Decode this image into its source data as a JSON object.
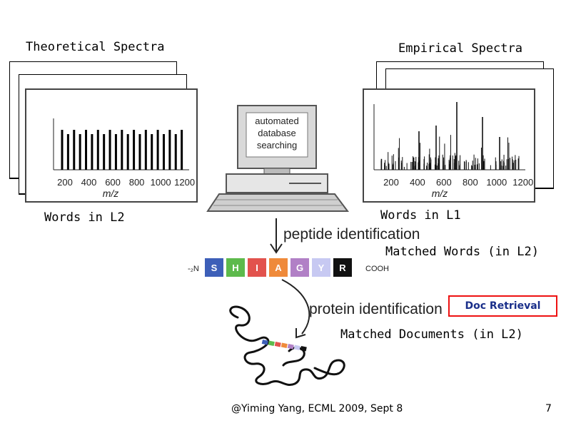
{
  "labels": {
    "theoretical": "Theoretical Spectra",
    "empirical": "Empirical Spectra",
    "words_l2": "Words in L2",
    "words_l1": "Words in L1",
    "matched_words": "Matched Words (in L2)",
    "doc_retrieval": "Doc Retrieval",
    "matched_docs": "Matched Documents  (in L2)"
  },
  "computer": {
    "screen_lines": [
      "automated",
      "database",
      "searching"
    ]
  },
  "steps": {
    "peptide": "peptide identification",
    "protein": "protein identification"
  },
  "peptide": {
    "prefix": "-₂N",
    "suffix": "COOH",
    "residues": [
      {
        "letter": "S",
        "color": "#3d5fb8"
      },
      {
        "letter": "H",
        "color": "#5dba4c"
      },
      {
        "letter": "I",
        "color": "#e2524d"
      },
      {
        "letter": "A",
        "color": "#ef8a3a"
      },
      {
        "letter": "G",
        "color": "#b180c6"
      },
      {
        "letter": "Y",
        "color": "#c7c9f2"
      },
      {
        "letter": "R",
        "color": "#111111"
      }
    ]
  },
  "chart_data": [
    {
      "type": "bar",
      "x": [
        200,
        250,
        300,
        350,
        400,
        450,
        500,
        550,
        600,
        650,
        700,
        750,
        800,
        850,
        900,
        950,
        1000,
        1050,
        1100,
        1150,
        1200
      ],
      "ticks": [
        "200",
        "400",
        "600",
        "800",
        "1000",
        "1200"
      ],
      "xlabel": "m/z",
      "xlim": [
        200,
        1250
      ]
    },
    {
      "type": "bar",
      "ticks": [
        "200",
        "400",
        "600",
        "800",
        "1000",
        "1200"
      ],
      "xlabel": "m/z",
      "xlim": [
        200,
        1250
      ]
    }
  ],
  "footer": {
    "credit": "@Yiming Yang, ECML 2009, Sept 8",
    "page": "7"
  }
}
